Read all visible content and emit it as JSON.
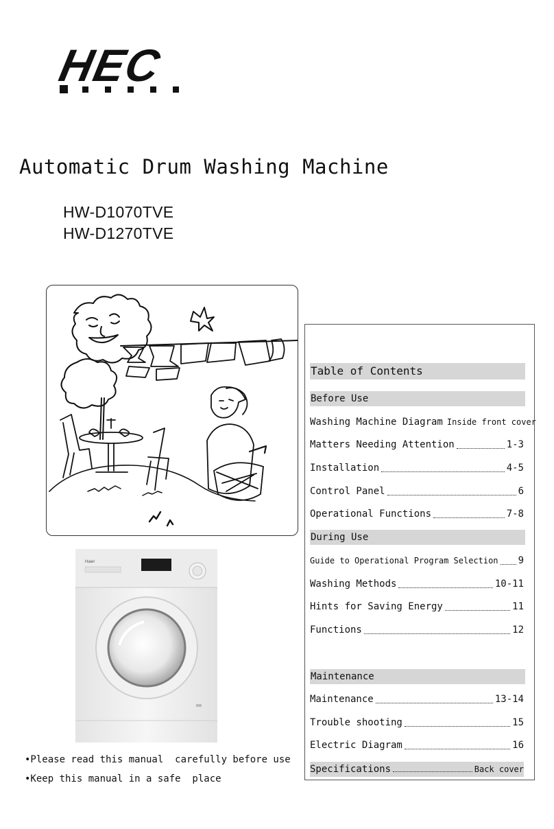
{
  "brand": {
    "logo_text": "HEC",
    "logo_dots": "• • • • • •"
  },
  "document": {
    "title": "Automatic Drum Washing Machine",
    "models": [
      "HW-D1070TVE",
      "HW-D1270TVE"
    ],
    "notes": [
      "•Please read this manual  carefully before use",
      "•Keep this manual in a safe  place"
    ]
  },
  "washer_photo": {
    "brand_label": "Haier"
  },
  "toc": {
    "title": "Table of Contents",
    "sections": [
      {
        "heading": "Before Use",
        "entries": [
          {
            "label": "Washing Machine Diagram",
            "page": "Inside front cover"
          },
          {
            "label": "Matters Needing Attention",
            "page": "1-3"
          },
          {
            "label": "Installation",
            "page": "4-5"
          },
          {
            "label": "Control Panel",
            "page": "6"
          },
          {
            "label": "Operational Functions",
            "page": "7-8"
          }
        ]
      },
      {
        "heading": "During Use",
        "entries": [
          {
            "label": "Guide to Operational Program Selection",
            "page": "9"
          },
          {
            "label": "Washing Methods",
            "page": "10-11"
          },
          {
            "label": "Hints for Saving Energy",
            "page": "11"
          },
          {
            "label": "Functions",
            "page": "12"
          }
        ]
      },
      {
        "heading": "Maintenance",
        "entries": [
          {
            "label": "Maintenance",
            "page": "13-14"
          },
          {
            "label": "Trouble shooting",
            "page": "15"
          },
          {
            "label": "Electric Diagram",
            "page": "16"
          },
          {
            "label": "Specifications",
            "page": "Back cover"
          }
        ]
      }
    ]
  }
}
